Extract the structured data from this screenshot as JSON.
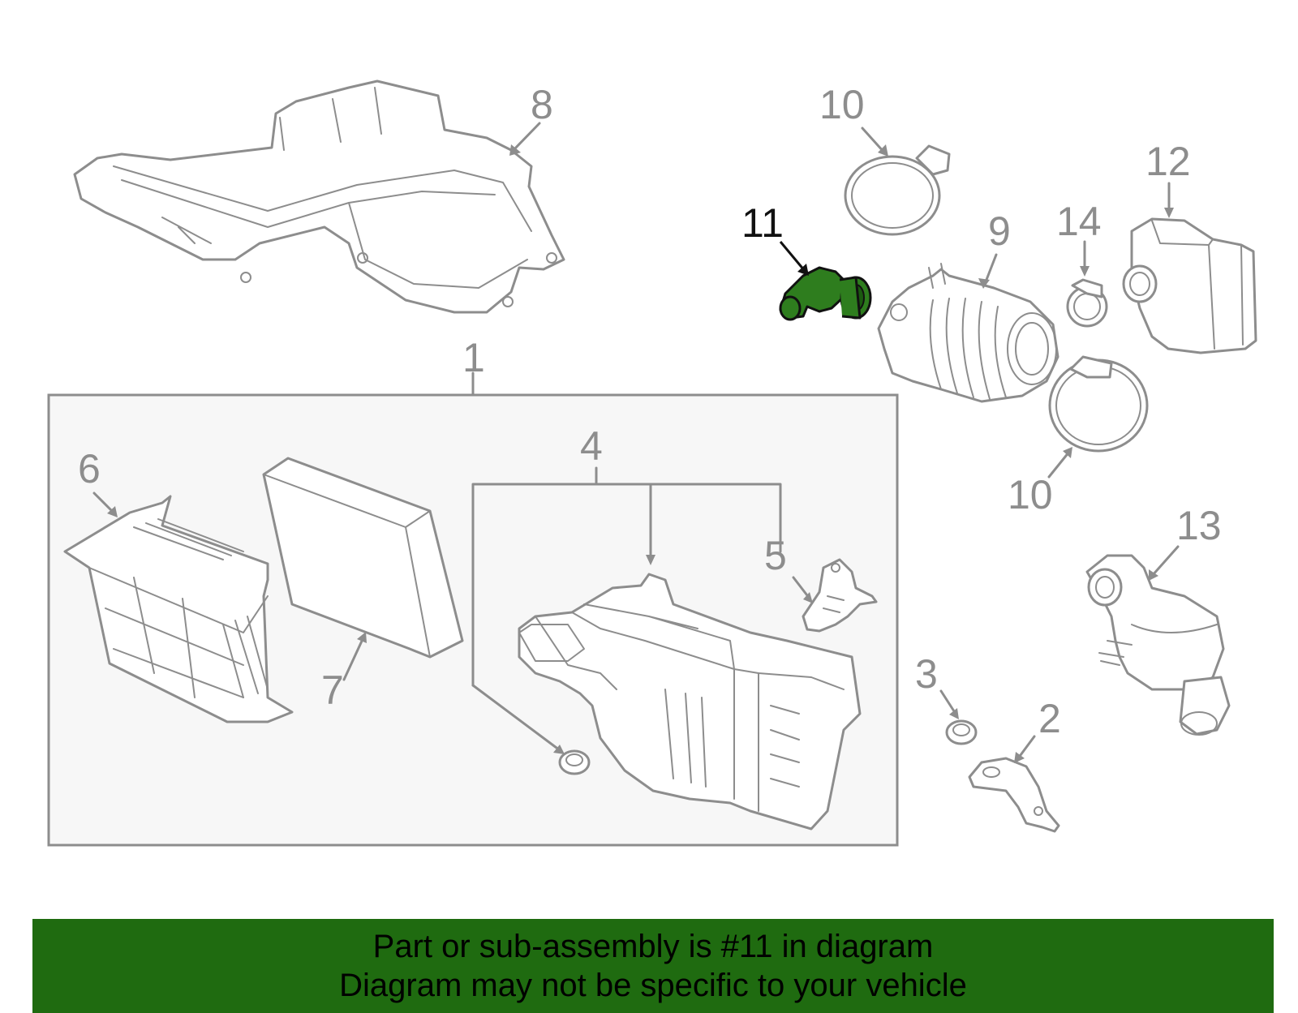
{
  "callouts": {
    "c1": "1",
    "c2": "2",
    "c3": "3",
    "c4": "4",
    "c5": "5",
    "c6": "6",
    "c7": "7",
    "c8": "8",
    "c9": "9",
    "c10a": "10",
    "c10b": "10",
    "c11": "11",
    "c12": "12",
    "c13": "13",
    "c14": "14"
  },
  "highlight_part": "11",
  "colors": {
    "line_gray": "#8d8d8d",
    "highlight_green": "#2e7d1e",
    "banner_green": "#1f6b10",
    "box_fill": "#f7f7f7"
  },
  "banner": {
    "line1": "Part or sub-assembly is #11 in diagram",
    "line2": "Diagram may not be specific to your vehicle"
  }
}
